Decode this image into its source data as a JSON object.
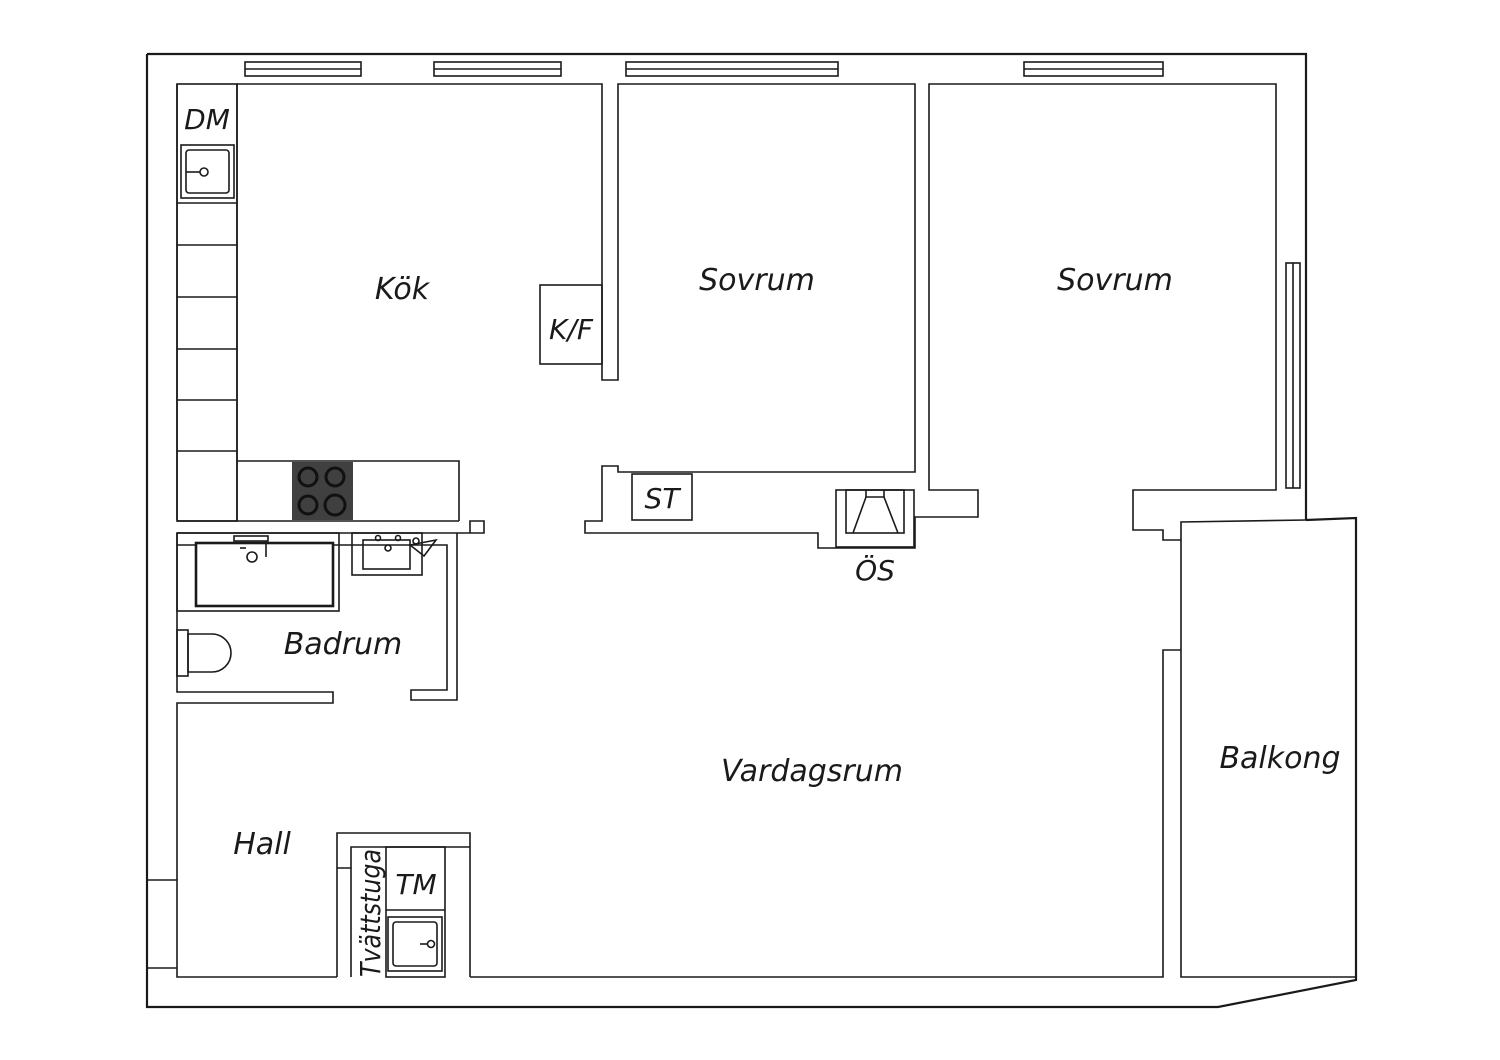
{
  "rooms": {
    "kitchen": "Kök",
    "bedroom_1": "Sovrum",
    "bedroom_2": "Sovrum",
    "bathroom": "Badrum",
    "living_room": "Vardagsrum",
    "hall": "Hall",
    "balcony": "Balkong",
    "laundry": "Tvättstuga"
  },
  "fixtures": {
    "dishwasher": "DM",
    "fridge_freezer": "K/F",
    "wardrobe": "ST",
    "fireplace": "ÖS",
    "washing_machine": "TM"
  },
  "icons": {
    "hob": "stove-icon",
    "kitchen_sink": "sink-icon",
    "laundry_sink": "sink-icon",
    "toilet": "toilet-icon",
    "bathtub": "bathtub-icon",
    "washbasin": "washbasin-icon",
    "fireplace": "fireplace-icon"
  },
  "colors": {
    "line": "#1a1a1a",
    "background": "#ffffff",
    "hob": "#404040"
  }
}
